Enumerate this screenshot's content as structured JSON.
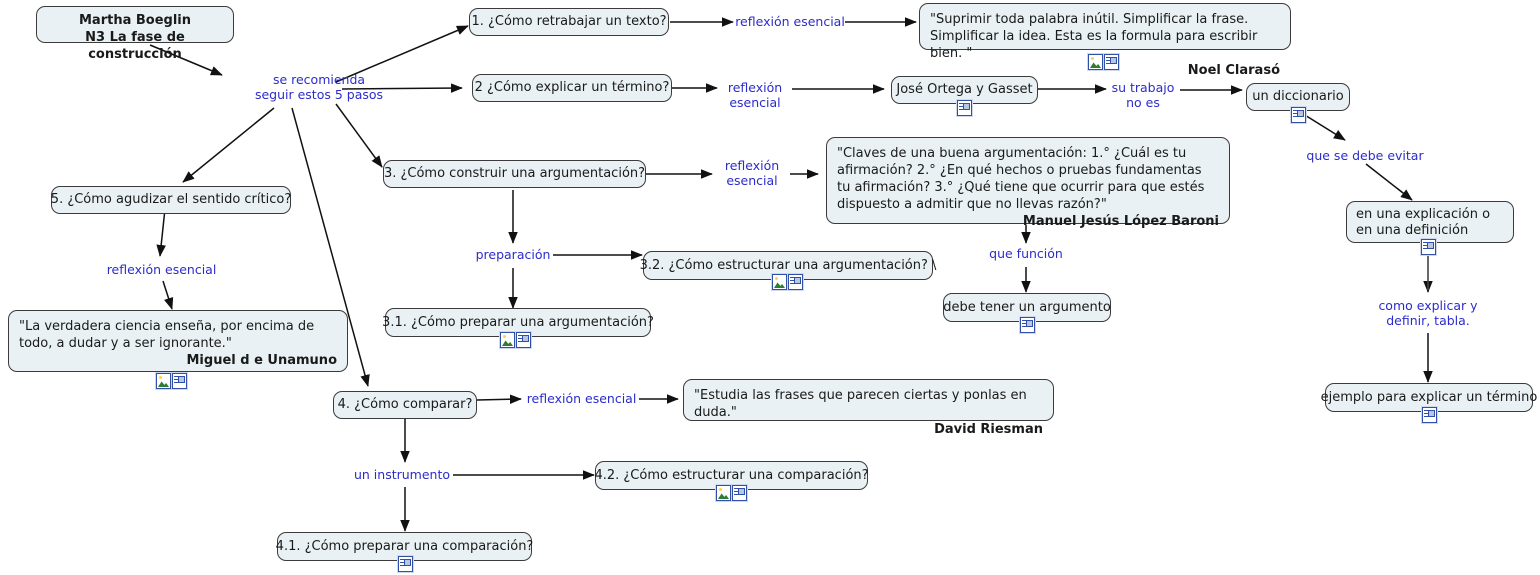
{
  "map": {
    "title_node": "Martha Boeglin\nN3 La fase de construcción",
    "title_line1": "Martha Boeglin",
    "title_line2": "N3 La fase de construcción"
  },
  "nodes": {
    "root": {
      "line1": "Martha Boeglin",
      "line2": "N3 La fase de construcción"
    },
    "n1": {
      "label": "1. ¿Cómo retrabajar un texto?"
    },
    "n2": {
      "label": "2 ¿Cómo explicar un término?"
    },
    "n3": {
      "label": "3. ¿Cómo construir una argumentación?"
    },
    "n4": {
      "label": "4. ¿Cómo comparar?"
    },
    "n5": {
      "label": "5. ¿Cómo agudizar el sentido crítico?"
    },
    "n31": {
      "label": "3.1. ¿Cómo preparar una argumentación?"
    },
    "n32": {
      "label": "3.2. ¿Cómo estructurar una argumentación? \\"
    },
    "n41": {
      "label": "4.1. ¿Cómo preparar una comparación?"
    },
    "n42": {
      "label": "4.2. ¿Cómo estructurar una comparación?"
    },
    "ortega": {
      "label": "José Ortega y Gasset"
    },
    "diccionario": {
      "label": "un diccionario"
    },
    "explicacion": {
      "label": "en una explicación o en una definición"
    },
    "ejemplo": {
      "label": "ejemplo para explicar un término"
    },
    "argumento": {
      "label": "debe tener un argumento"
    }
  },
  "quotes": {
    "claraso": {
      "text": "\"Suprimir toda palabra inútil. Simplificar la frase. Simplificar la idea. Esta es la formula para escribir bien. \"",
      "author": "Noel Clarasó"
    },
    "baroni": {
      "text": "\"Claves de una buena argumentación: 1.° ¿Cuál es tu afirmación? 2.° ¿En qué hechos o pruebas fundamentas tu afirmación? 3.° ¿Qué tiene que ocurrir para que estés dispuesto a admitir que no llevas razón?\"",
      "author": "Manuel Jesús López Baroni"
    },
    "unamuno": {
      "text": "\"La verdadera ciencia enseña, por encima de todo, a dudar y a ser ignorante.\"",
      "author": "Miguel d e Unamuno"
    },
    "riesman": {
      "text": "\"Estudia las frases que parecen ciertas y ponlas en duda.\"",
      "author": "David Riesman"
    }
  },
  "link_labels": {
    "hub": {
      "line1": "se recomienda",
      "line2": "seguir estos 5 pasos"
    },
    "reflexion_1": "reflexión esencial",
    "reflexion_2": {
      "line1": "reflexión",
      "line2": "esencial"
    },
    "reflexion_3": {
      "line1": "reflexión",
      "line2": "esencial"
    },
    "reflexion_4": "reflexión esencial",
    "reflexion_5": "reflexión esencial",
    "su_trabajo": {
      "line1": "su trabajo",
      "line2": "no es"
    },
    "que_se_debe_evitar": "que se debe evitar",
    "como_explicar": {
      "line1": "como explicar y",
      "line2": "definir, tabla."
    },
    "que_funcion": "que función",
    "preparacion": "preparación",
    "un_instrumento": "un instrumento"
  },
  "icons": {
    "picture": "picture-icon",
    "document": "document-icon"
  },
  "colors": {
    "node_fill": "#e9f1f4",
    "node_border": "#3b3b3b",
    "link_label": "#2c2ccc",
    "edge": "#111111",
    "text": "#1a1a1a",
    "icon_border": "#2f4fa8"
  }
}
